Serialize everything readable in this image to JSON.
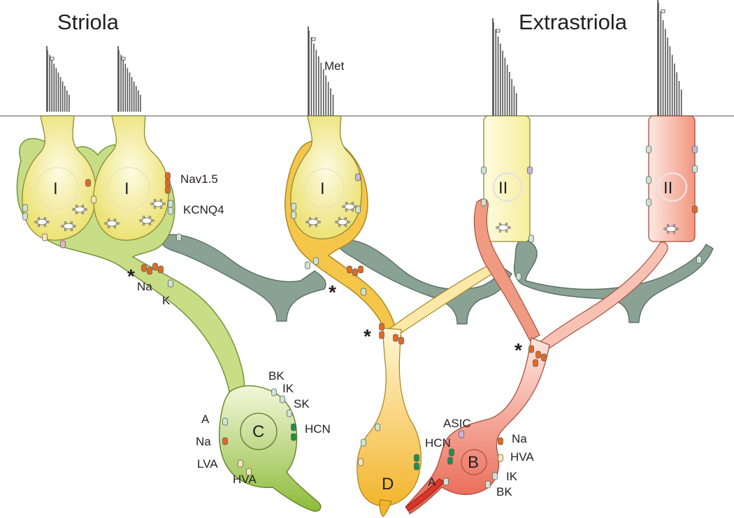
{
  "titles": {
    "left": "Striola",
    "right": "Extrastriola"
  },
  "colors": {
    "green_fill": "#c7dd86",
    "green_dark": "#8fbb3c",
    "yellow_fill": "#f2ea8e",
    "yellow_pale": "#fbf7c8",
    "orange_fill": "#f6c145",
    "salmon_fill": "#f4a18b",
    "red_dark": "#d8362a",
    "grey_green": "#8aa293",
    "channel_orange": "#e16a22",
    "channel_green": "#1f8f4c",
    "channel_mint": "#cde3d5",
    "channel_purple": "#c4b7d9"
  },
  "hair_cells": [
    {
      "label": "I"
    },
    {
      "label": "I"
    },
    {
      "label": "I"
    },
    {
      "label": "II"
    },
    {
      "label": "II"
    }
  ],
  "neurons": [
    {
      "label": "C"
    },
    {
      "label": "D"
    },
    {
      "label": "B"
    }
  ],
  "asterisk": "*",
  "channel_labels": {
    "met": "Met",
    "nav15": "Nav1.5",
    "kcnq4": "KCNQ4",
    "na_axon": "Na",
    "k_axon": "K",
    "c_bk": "BK",
    "c_ik": "IK",
    "c_sk": "SK",
    "c_hcn": "HCN",
    "c_a": "A",
    "c_na": "Na",
    "c_lva": "LVA",
    "c_hva": "HVA",
    "b_asic": "ASIC",
    "b_hcn": "HCN",
    "b_a": "A",
    "b_na": "Na",
    "b_hva": "HVA",
    "b_ik": "IK",
    "b_bk": "BK"
  }
}
